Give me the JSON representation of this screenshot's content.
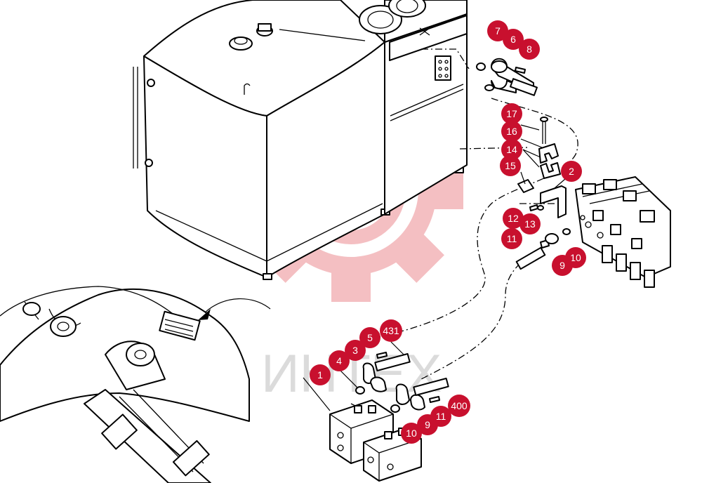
{
  "watermark": {
    "text": "ИНТЕХ",
    "color": "#f3b4b8"
  },
  "callout_color": "#c8102e",
  "callouts": [
    {
      "id": "c7",
      "label": "7"
    },
    {
      "id": "c6",
      "label": "6"
    },
    {
      "id": "c8",
      "label": "8"
    },
    {
      "id": "c17",
      "label": "17"
    },
    {
      "id": "c16",
      "label": "16"
    },
    {
      "id": "c14",
      "label": "14"
    },
    {
      "id": "c15",
      "label": "15"
    },
    {
      "id": "c2",
      "label": "2"
    },
    {
      "id": "c12",
      "label": "12"
    },
    {
      "id": "c13",
      "label": "13"
    },
    {
      "id": "c11a",
      "label": "11"
    },
    {
      "id": "c10a",
      "label": "10"
    },
    {
      "id": "c9a",
      "label": "9"
    },
    {
      "id": "c431",
      "label": "431"
    },
    {
      "id": "c5",
      "label": "5"
    },
    {
      "id": "c3",
      "label": "3"
    },
    {
      "id": "c4",
      "label": "4"
    },
    {
      "id": "c1",
      "label": "1"
    },
    {
      "id": "c400",
      "label": "400"
    },
    {
      "id": "c11b",
      "label": "11"
    },
    {
      "id": "c9b",
      "label": "9"
    },
    {
      "id": "c10b",
      "label": "10"
    }
  ]
}
